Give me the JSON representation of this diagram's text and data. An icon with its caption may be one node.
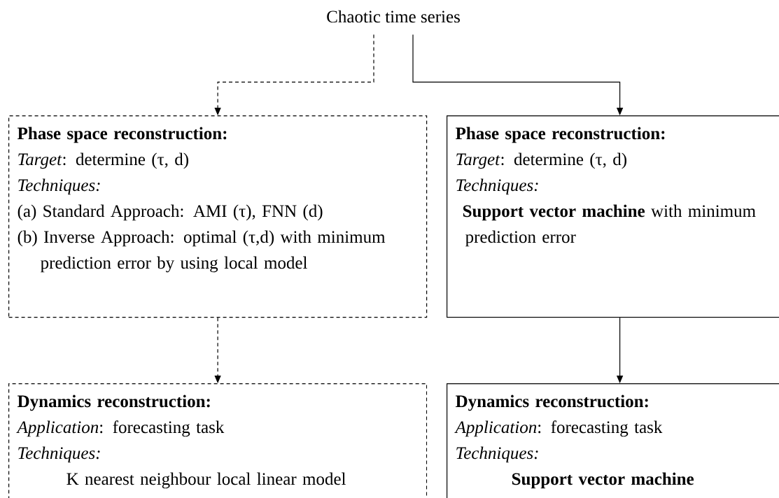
{
  "diagram": {
    "nodes": [
      {
        "text": [
          "Chaotic time series"
        ]
      },
      {
        "text": [
          "Phase space reconstruction:",
          "*Target*: determine (τ, d)",
          "Techniques:",
          "(a) Standard Approach: AMI (τ), FNN (d)",
          "(b) Inverse Approach:  optimal (τ,d) with minimum prediction error by using local model"
        ]
      },
      {
        "text": [
          "Phase space reconstruction:",
          "*Target*: determine (τ, d)",
          "Techniques:",
          "**Support vector machine** with minimum prediction error"
        ]
      },
      {
        "text": [
          "Dynamics reconstruction:",
          "*Application*: forecasting task",
          "Techniques:",
          "K nearest neighbour local linear model"
        ]
      },
      {
        "text": [
          "Dynamics reconstruction:",
          "*Application*: forecasting task",
          "Techniques:",
          "Support vector machine"
        ]
      }
    ],
    "edges": [
      {
        "from": 0,
        "to": 1,
        "arrow": "to",
        "style": "dashed"
      },
      {
        "from": 0,
        "to": 2,
        "arrow": "to"
      },
      {
        "from": 1,
        "to": 3,
        "arrow": "to",
        "style": "dashed"
      },
      {
        "from": 2,
        "to": 4,
        "arrow": "to"
      }
    ]
  }
}
